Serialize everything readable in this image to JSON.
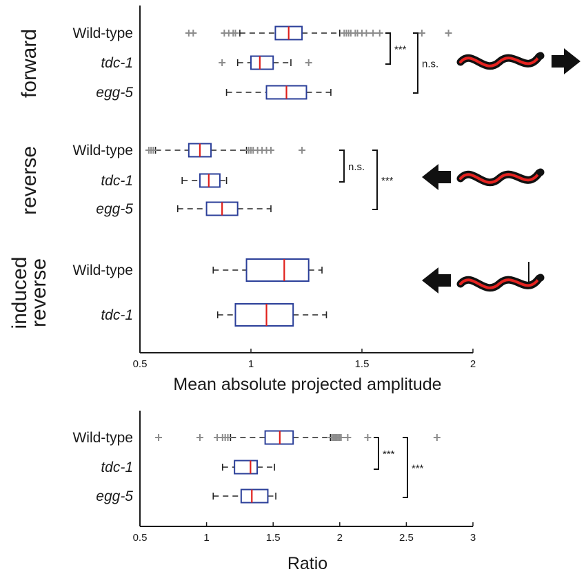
{
  "chart_data": [
    {
      "type": "boxplot",
      "xlabel": "Mean absolute projected amplitude",
      "xlim": [
        0.5,
        2
      ],
      "xticks": [
        "0.5",
        "1",
        "1.5",
        "2"
      ],
      "grid": false,
      "sections": [
        {
          "label": "forward",
          "groups": [
            {
              "name": "Wild-type",
              "italic": false,
              "whisker_low": 0.95,
              "q1": 1.11,
              "median": 1.17,
              "q3": 1.23,
              "whisker_high": 1.4,
              "outliers": [
                0.72,
                0.74,
                0.88,
                0.9,
                0.92,
                0.93,
                1.42,
                1.43,
                1.44,
                1.45,
                1.47,
                1.48,
                1.5,
                1.52,
                1.55,
                1.58,
                1.77,
                1.89
              ]
            },
            {
              "name": "tdc-1",
              "italic": true,
              "whisker_low": 0.94,
              "q1": 1.0,
              "median": 1.04,
              "q3": 1.1,
              "whisker_high": 1.18,
              "outliers": [
                0.87,
                1.26
              ]
            },
            {
              "name": "egg-5",
              "italic": true,
              "whisker_low": 0.89,
              "q1": 1.07,
              "median": 1.16,
              "q3": 1.25,
              "whisker_high": 1.36,
              "outliers": []
            }
          ],
          "comparisons": [
            {
              "text": "***",
              "from": "Wild-type",
              "to": "tdc-1"
            },
            {
              "text": "n.s.",
              "from": "Wild-type",
              "to": "egg-5"
            }
          ],
          "direction": "forward"
        },
        {
          "label": "reverse",
          "groups": [
            {
              "name": "Wild-type",
              "italic": false,
              "whisker_low": 0.57,
              "q1": 0.72,
              "median": 0.77,
              "q3": 0.82,
              "whisker_high": 0.98,
              "outliers": [
                0.54,
                0.55,
                0.56,
                0.99,
                1.0,
                1.01,
                1.03,
                1.05,
                1.07,
                1.09,
                1.23
              ]
            },
            {
              "name": "tdc-1",
              "italic": true,
              "whisker_low": 0.69,
              "q1": 0.77,
              "median": 0.81,
              "q3": 0.86,
              "whisker_high": 0.89,
              "outliers": []
            },
            {
              "name": "egg-5",
              "italic": true,
              "whisker_low": 0.67,
              "q1": 0.8,
              "median": 0.87,
              "q3": 0.94,
              "whisker_high": 1.09,
              "outliers": []
            }
          ],
          "comparisons": [
            {
              "text": "n.s.",
              "from": "Wild-type",
              "to": "tdc-1"
            },
            {
              "text": "***",
              "from": "Wild-type",
              "to": "egg-5"
            }
          ],
          "direction": "reverse"
        },
        {
          "label": [
            "induced",
            "reverse"
          ],
          "groups": [
            {
              "name": "Wild-type",
              "italic": false,
              "whisker_low": 0.83,
              "q1": 0.98,
              "median": 1.15,
              "q3": 1.26,
              "whisker_high": 1.32,
              "outliers": []
            },
            {
              "name": "tdc-1",
              "italic": true,
              "whisker_low": 0.85,
              "q1": 0.93,
              "median": 1.07,
              "q3": 1.19,
              "whisker_high": 1.34,
              "outliers": []
            }
          ],
          "comparisons": [],
          "direction": "reverse"
        }
      ]
    },
    {
      "type": "boxplot",
      "xlabel": "Ratio",
      "xlim": [
        0.5,
        3
      ],
      "xticks": [
        "0.5",
        "1",
        "1.5",
        "2",
        "2.5",
        "3"
      ],
      "grid": false,
      "groups": [
        {
          "name": "Wild-type",
          "italic": false,
          "whisker_low": 1.18,
          "q1": 1.44,
          "median": 1.55,
          "q3": 1.65,
          "whisker_high": 1.93,
          "outliers": [
            0.64,
            0.95,
            1.08,
            1.12,
            1.14,
            1.16,
            1.94,
            1.95,
            1.96,
            1.97,
            1.98,
            1.99,
            2.0,
            2.01,
            2.06,
            2.21,
            2.73
          ]
        },
        {
          "name": "tdc-1",
          "italic": true,
          "whisker_low": 1.12,
          "q1": 1.21,
          "median": 1.33,
          "q3": 1.38,
          "whisker_high": 1.51,
          "outliers": []
        },
        {
          "name": "egg-5",
          "italic": true,
          "whisker_low": 1.05,
          "q1": 1.26,
          "median": 1.34,
          "q3": 1.46,
          "whisker_high": 1.52,
          "outliers": []
        }
      ],
      "comparisons": [
        {
          "text": "***",
          "from": "Wild-type",
          "to": "tdc-1"
        },
        {
          "text": "***",
          "from": "Wild-type",
          "to": "egg-5"
        }
      ]
    }
  ],
  "colors": {
    "box": "#2b3f99",
    "median": "#e0201b",
    "outlier": "#8c8c8c",
    "axis": "#1a1a1a",
    "worm_body": "#111111",
    "worm_stripe": "#e52320"
  },
  "icons": {
    "worm": "worm-icon",
    "arrow_forward": "arrow-right-icon",
    "arrow_reverse": "arrow-left-icon"
  }
}
